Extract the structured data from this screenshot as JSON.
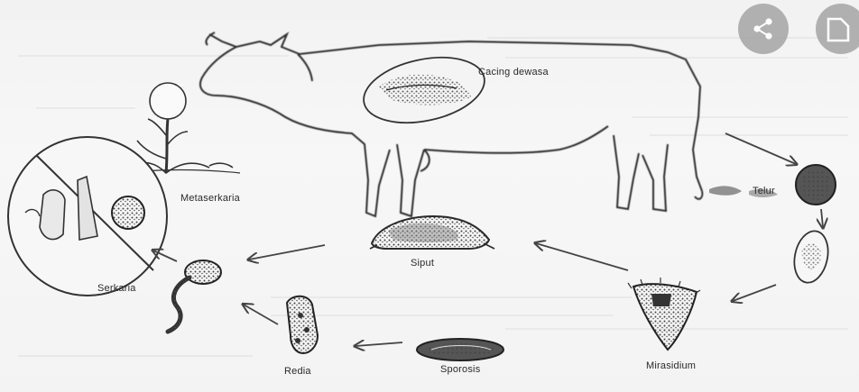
{
  "diagram": {
    "labels": {
      "adult_worm": "Cacing dewasa",
      "egg": "Telur",
      "miracidium": "Mirasidium",
      "snail": "Siput",
      "sporocyst": "Sporosis",
      "redia": "Redia",
      "cercaria": "Serkaria",
      "metacercaria": "Metaserkaria"
    }
  },
  "overlay": {
    "share_icon": "share-icon",
    "second_icon": "document-icon",
    "button_color": "#a7a7a7"
  }
}
